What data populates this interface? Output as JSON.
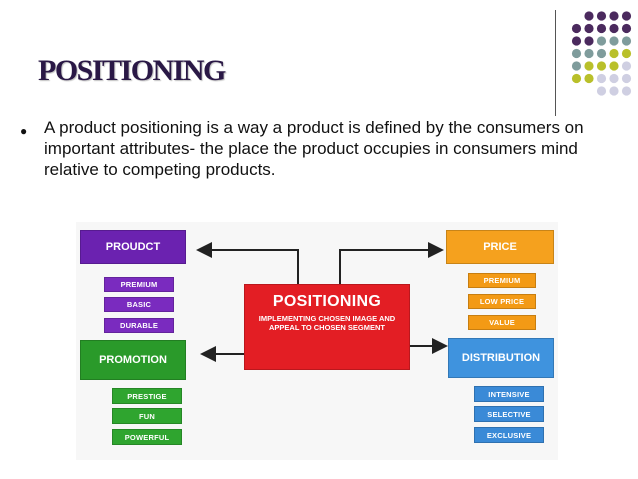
{
  "slide": {
    "title": "POSITIONING",
    "bullet": "A product positioning is a way a product is defined by the consumers on important attributes- the place the product occupies in consumers mind relative to competing products."
  },
  "diagram": {
    "center": {
      "title": "POSITIONING",
      "subtitle": "IMPLEMENTING CHOSEN IMAGE AND APPEAL TO CHOSEN SEGMENT"
    },
    "product": {
      "label": "PROUDCT",
      "items": [
        "PREMIUM",
        "BASIC",
        "DURABLE"
      ]
    },
    "promotion": {
      "label": "PROMOTION",
      "items": [
        "PRESTIGE",
        "FUN",
        "POWERFUL"
      ]
    },
    "price": {
      "label": "PRICE",
      "items": [
        "PREMIUM",
        "LOW PRICE",
        "VALUE"
      ]
    },
    "distribution": {
      "label": "DISTRIBUTION",
      "items": [
        "INTENSIVE",
        "SELECTIVE",
        "EXCLUSIVE"
      ]
    }
  },
  "colors": {
    "dot_purple": "#4b2a5e",
    "dot_teal": "#7f9c9c",
    "dot_olive": "#b9c02a",
    "dot_lavender": "#cfcfe2",
    "product": "#6b22b0",
    "promotion": "#2a9a2a",
    "price": "#f5a11e",
    "distribution": "#3f93de",
    "center": "#e31e24"
  }
}
